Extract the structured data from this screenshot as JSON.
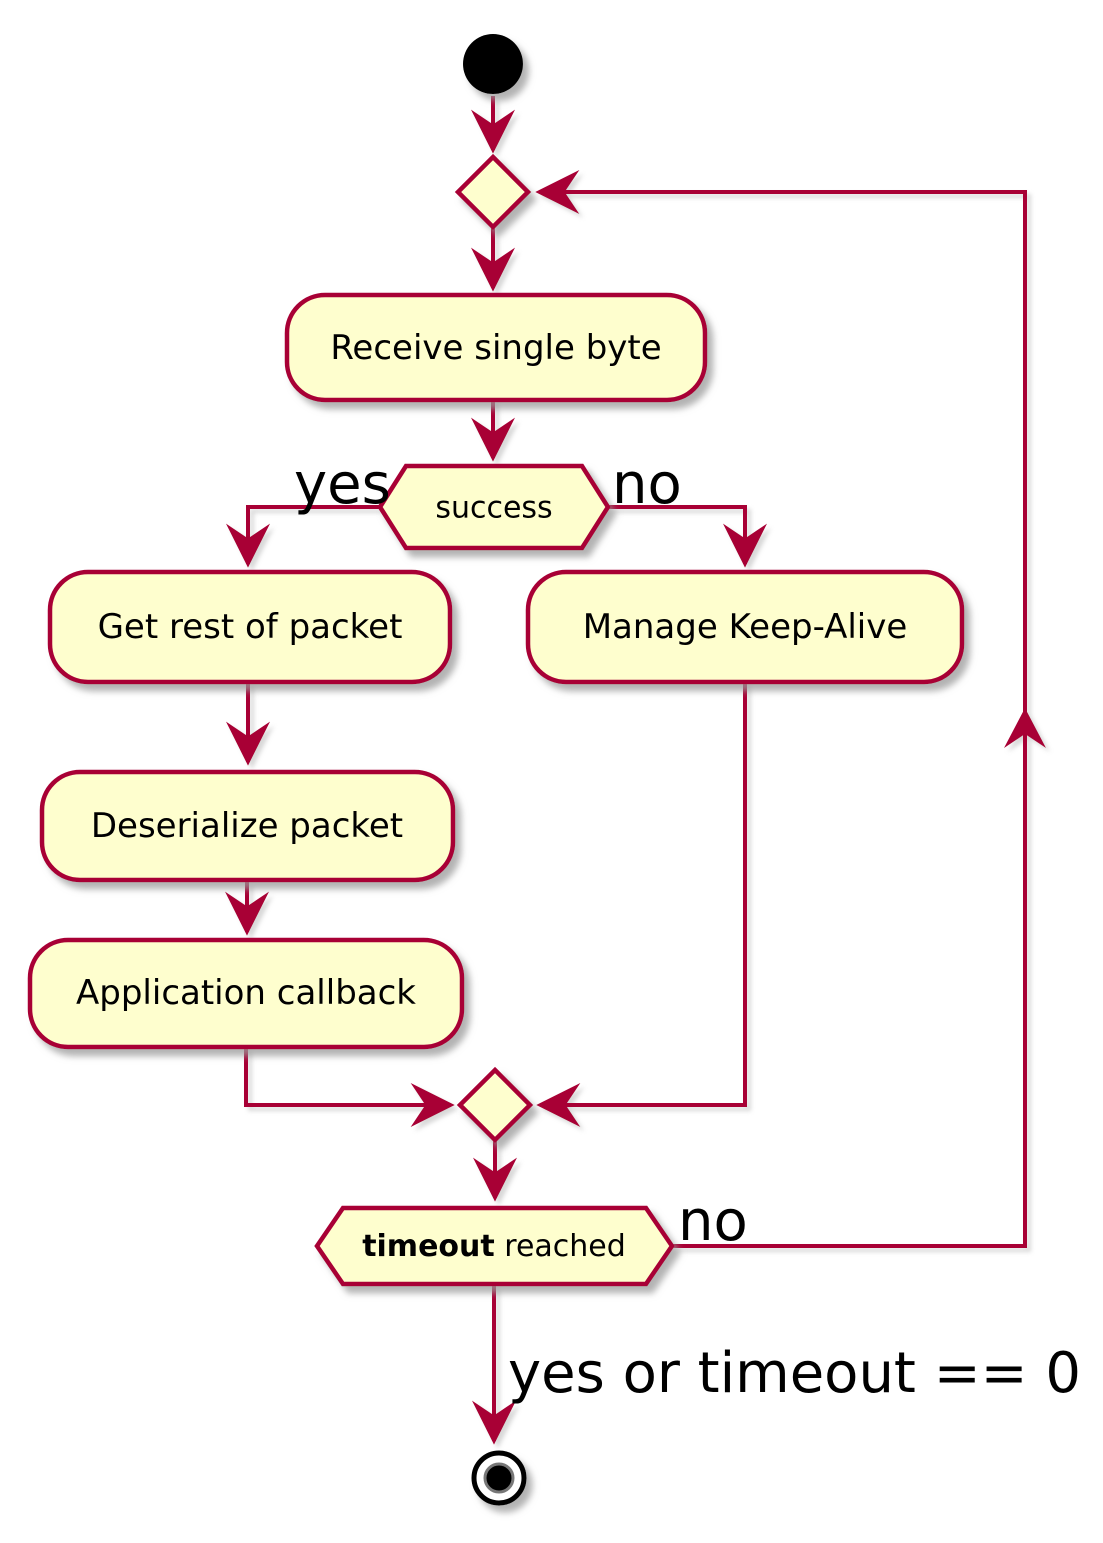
{
  "diagram": {
    "type": "plantuml-activity",
    "colors": {
      "shape_fill": "#FEFECE",
      "shape_border": "#A80036",
      "edge": "#A80036",
      "text": "#000000",
      "start_node": "#000000"
    },
    "nodes": {
      "start": {
        "kind": "initial"
      },
      "loop_merge": {
        "kind": "merge-diamond"
      },
      "receive": {
        "label": "Receive single byte"
      },
      "success_decision": {
        "label": "success",
        "branch_yes": "yes",
        "branch_no": "no"
      },
      "get_rest": {
        "label": "Get rest of packet"
      },
      "keep_alive": {
        "label": "Manage Keep-Alive"
      },
      "deserialize": {
        "label": "Deserialize packet"
      },
      "callback": {
        "label": "Application callback"
      },
      "join_merge": {
        "kind": "merge-diamond"
      },
      "timeout_decision": {
        "label_bold": "timeout",
        "label_rest": " reached",
        "branch_no": "no",
        "branch_yes": "yes or timeout == 0"
      },
      "end": {
        "kind": "final"
      }
    }
  }
}
